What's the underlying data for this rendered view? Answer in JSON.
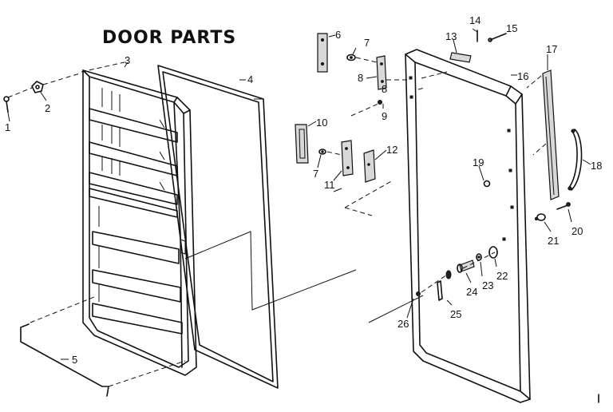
{
  "title": "DOOR PARTS",
  "callouts": {
    "p1": "1",
    "p2": "2",
    "p3": "3",
    "p4": "4",
    "p5": "5",
    "p6": "6",
    "p7a": "7",
    "p7b": "7",
    "p8a": "8",
    "p8b": "8",
    "p9": "9",
    "p10": "10",
    "p11": "11",
    "p12": "12",
    "p13": "13",
    "p14": "14",
    "p15": "15",
    "p16": "16",
    "p17": "17",
    "p18": "18",
    "p19": "19",
    "p20": "20",
    "p21": "21",
    "p22": "22",
    "p23": "23",
    "p24": "24",
    "p25": "25",
    "p26": "26"
  }
}
